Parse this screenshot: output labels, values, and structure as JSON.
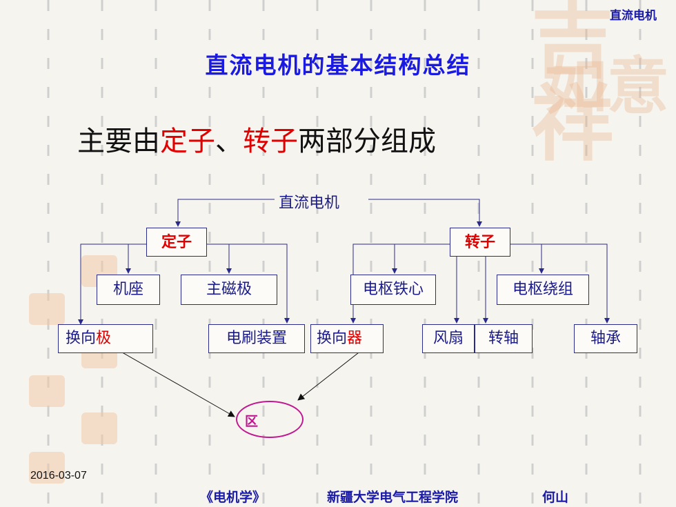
{
  "header": {
    "corner_label": "直流电机"
  },
  "slide": {
    "title": "直流电机的基本结构总结",
    "subtitle": {
      "prefix": "主要由",
      "stator": "定子",
      "sep": "、",
      "rotor": "转子",
      "suffix": "两部分组成"
    }
  },
  "diagram": {
    "root": "直流电机",
    "stator": "定子",
    "rotor": "转子",
    "stator_parts": {
      "frame": "机座",
      "main_pole": "主磁极",
      "commutating_pole_a": "换向",
      "commutating_pole_b": "极",
      "brush": "电刷装置"
    },
    "rotor_parts": {
      "core": "电枢铁心",
      "winding": "电枢绕组",
      "commutator_a": "换向",
      "commutator_b": "器",
      "fan": "风扇",
      "shaft": "转轴",
      "bearing": "轴承"
    },
    "zone": "区"
  },
  "footer": {
    "date": "2016-03-07",
    "book": "《电机学》",
    "institution": "新疆大学电气工程学院",
    "author": "何山"
  },
  "colors": {
    "title_blue": "#1a1ae0",
    "accent_red": "#e00000",
    "line": "#2a2a8a",
    "ellipse": "#c01890"
  }
}
